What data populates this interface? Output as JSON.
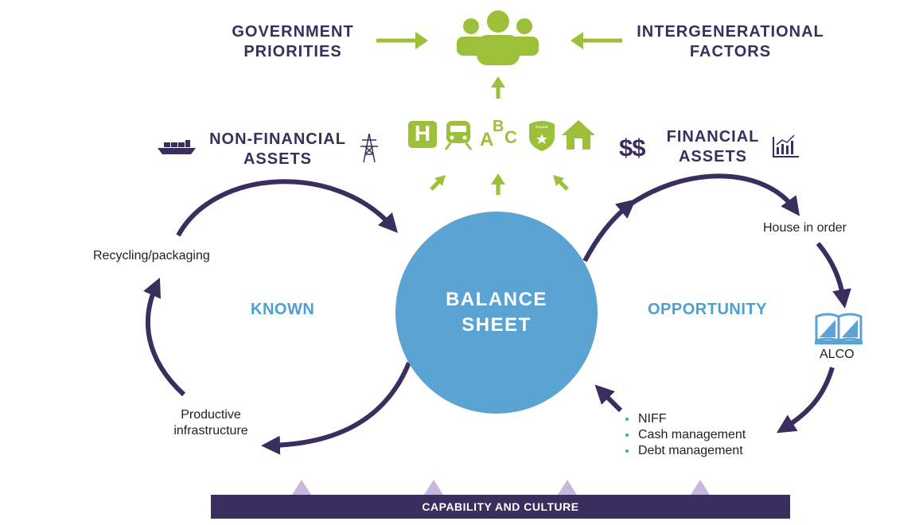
{
  "header": {
    "left": [
      "GOVERNMENT",
      "PRIORITIES"
    ],
    "right": [
      "INTERGENERATIONAL",
      "FACTORS"
    ]
  },
  "assets": {
    "non_financial": [
      "NON-FINANCIAL",
      "ASSETS"
    ],
    "financial_symbol": "$$",
    "financial": [
      "FINANCIAL",
      "ASSETS"
    ]
  },
  "center": {
    "line1": "BALANCE",
    "line2": "SHEET"
  },
  "known": "KNOWN",
  "opportunity": "OPPORTUNITY",
  "left_cycle": {
    "recycling": "Recycling/packaging",
    "productive": [
      "Productive",
      "infrastructure"
    ]
  },
  "right_cycle": {
    "house": "House in order",
    "alco": "ALCO",
    "bullets": [
      "NIFF",
      "Cash management",
      "Debt management"
    ]
  },
  "service_icons": {
    "hospital_letter": "H",
    "abc_letters": [
      "A",
      "B",
      "C"
    ],
    "police_text": "POLICE"
  },
  "footer": {
    "bar_label": "CAPABILITY AND CULTURE"
  },
  "colors": {
    "navy": "#3a2e5e",
    "green": "#9dc03a",
    "blue": "#5aa3d3",
    "light_purple": "#c6b9dc"
  },
  "icons": [
    "people-group-icon",
    "hospital-icon",
    "train-icon",
    "abc-icon",
    "police-badge-icon",
    "house-icon",
    "cargo-ship-icon",
    "power-pylon-icon",
    "bar-chart-icon",
    "open-book-icon"
  ]
}
